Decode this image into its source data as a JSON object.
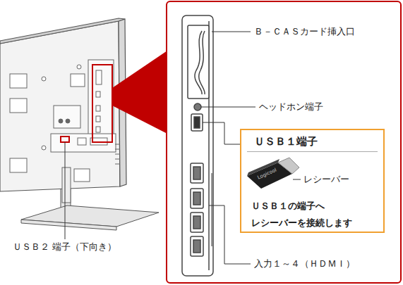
{
  "diagram": {
    "nodes": [
      {
        "text": [
          "ＵＳＢ１端子",
          "ＵＳＢ１の端子へ レシーバーを接続します"
        ]
      }
    ],
    "labels": [
      "Ｂ－ＣＡＳカード挿入口",
      "ヘッドホン端子",
      "レシーバー",
      "Logicool",
      "入力１～４（ＨＤＭＩ）",
      "ＵＳＢ２ 端子（下向き）"
    ]
  }
}
